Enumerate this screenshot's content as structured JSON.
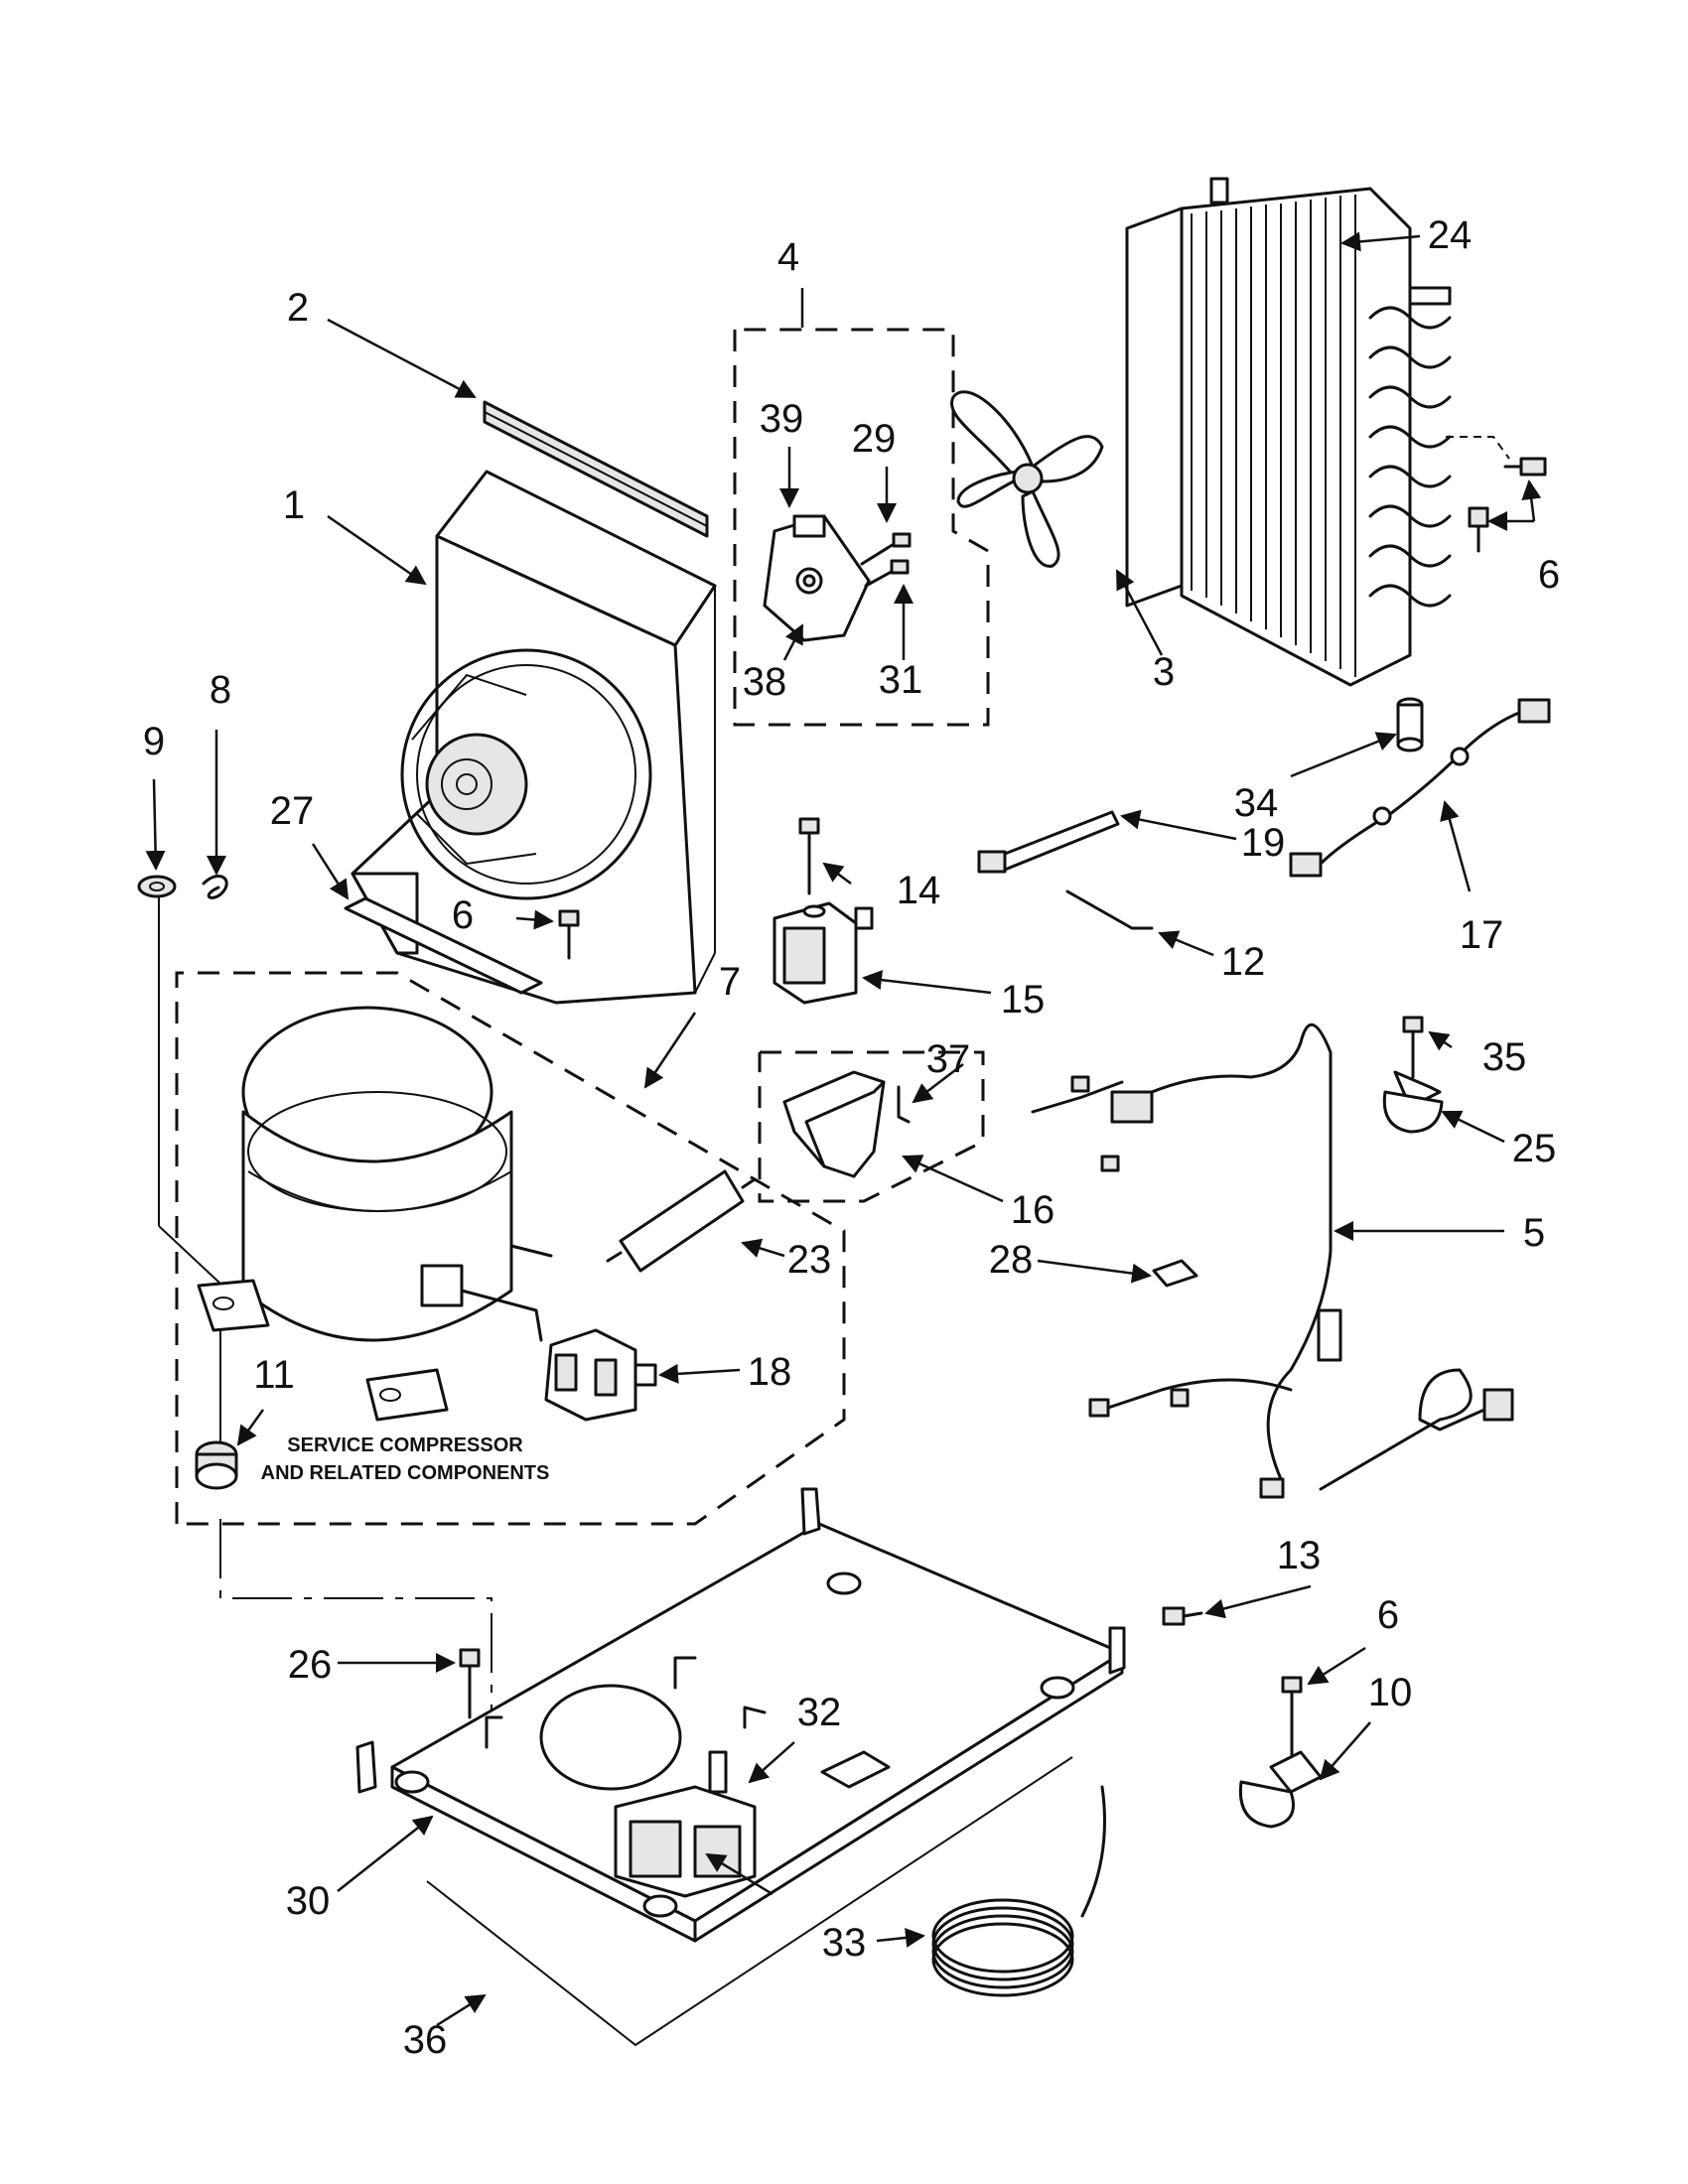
{
  "callouts": [
    {
      "id": "c1",
      "text": "1"
    },
    {
      "id": "c2",
      "text": "2"
    },
    {
      "id": "c3",
      "text": "3"
    },
    {
      "id": "c4",
      "text": "4"
    },
    {
      "id": "c5",
      "text": "5"
    },
    {
      "id": "c6a",
      "text": "6"
    },
    {
      "id": "c6b",
      "text": "6"
    },
    {
      "id": "c6c",
      "text": "6"
    },
    {
      "id": "c7",
      "text": "7"
    },
    {
      "id": "c8",
      "text": "8"
    },
    {
      "id": "c9",
      "text": "9"
    },
    {
      "id": "c10",
      "text": "10"
    },
    {
      "id": "c11",
      "text": "11"
    },
    {
      "id": "c12",
      "text": "12"
    },
    {
      "id": "c13",
      "text": "13"
    },
    {
      "id": "c14",
      "text": "14"
    },
    {
      "id": "c15",
      "text": "15"
    },
    {
      "id": "c16",
      "text": "16"
    },
    {
      "id": "c17",
      "text": "17"
    },
    {
      "id": "c18",
      "text": "18"
    },
    {
      "id": "c19",
      "text": "19"
    },
    {
      "id": "c23",
      "text": "23"
    },
    {
      "id": "c24",
      "text": "24"
    },
    {
      "id": "c25",
      "text": "25"
    },
    {
      "id": "c26",
      "text": "26"
    },
    {
      "id": "c27",
      "text": "27"
    },
    {
      "id": "c28",
      "text": "28"
    },
    {
      "id": "c29",
      "text": "29"
    },
    {
      "id": "c30",
      "text": "30"
    },
    {
      "id": "c31",
      "text": "31"
    },
    {
      "id": "c32",
      "text": "32"
    },
    {
      "id": "c33",
      "text": "33"
    },
    {
      "id": "c34",
      "text": "34"
    },
    {
      "id": "c35",
      "text": "35"
    },
    {
      "id": "c36",
      "text": "36"
    },
    {
      "id": "c37",
      "text": "37"
    },
    {
      "id": "c38",
      "text": "38"
    },
    {
      "id": "c39",
      "text": "39"
    }
  ],
  "note": {
    "line1": "SERVICE COMPRESSOR",
    "line2": "AND RELATED COMPONENTS"
  },
  "colors": {
    "ink": "#111111",
    "paper": "#ffffff",
    "shade": "#e6e6e6"
  }
}
